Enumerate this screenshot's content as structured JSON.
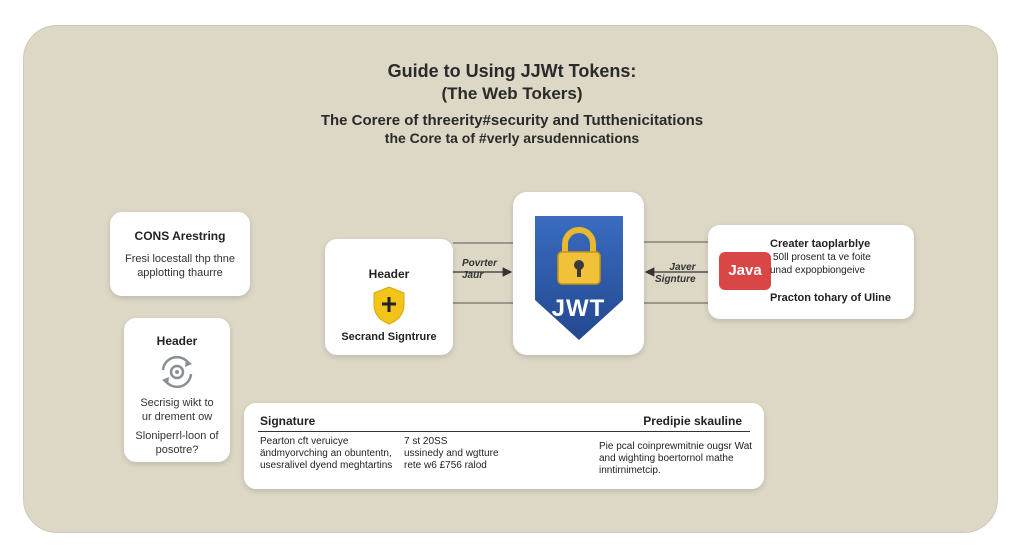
{
  "title": {
    "line1": "Guide to Using JJWt  Tokens:",
    "line2": "(The Web Tokers)"
  },
  "subtitle": {
    "line1": "The Corere of threerity#security and Tutthenicitations",
    "line2": "the Core ta of #verly arsudennications"
  },
  "cons_card": {
    "heading": "CONS Arestring",
    "body_line1": "Fresi locestall thp thne",
    "body_line2": "applotting thaurre"
  },
  "header_card_left": {
    "heading": "Header",
    "icon": "refresh-icon",
    "body1_line1": "Secrisig wikt to",
    "body1_line2": "ur drement ow",
    "body2_line1": "Sloniperrl-loon of",
    "body2_line2": "posotre?"
  },
  "header_card": {
    "heading": "Header",
    "icon": "shield-plus-icon",
    "caption": "Secrand Signtrure"
  },
  "label_left": {
    "line1": "Povrter",
    "line2": "Jaur"
  },
  "jwt_card": {
    "icon": "lock-icon",
    "label": "JWT"
  },
  "label_right": {
    "line1": "Javer",
    "line2": "Signture"
  },
  "java_card": {
    "badge": "Java",
    "line1": "Creater taoplarblye",
    "line2": "50ll prosent ta ve foite",
    "line3": "unad expopbiongeive",
    "line4": "Practon tohary of Uline"
  },
  "signature_card": {
    "heading": "Signature",
    "heading_right": "Predipie skauline",
    "col1_line1": "Pearton cft veruicye",
    "col1_line2": "ändmyorvching an obuntentn,",
    "col1_line3": "usesralivel dyend meghtartins",
    "col2_line1": "7 st 20SS",
    "col2_line2": "ussinedy and wgtture",
    "col2_line3": "rete w6 £756 ralod",
    "col3_line1": "Pie pcal coinprewmitnie ougsr Wat",
    "col3_line2": "and wighting boertornol mathe",
    "col3_line3": "inntirnimetcip."
  },
  "colors": {
    "background": "#ddd7c6",
    "shield_blue": "#2f5fb0",
    "lock_gold": "#e8b830",
    "java_red": "#d94646",
    "header_shield_gold": "#f2c318"
  }
}
